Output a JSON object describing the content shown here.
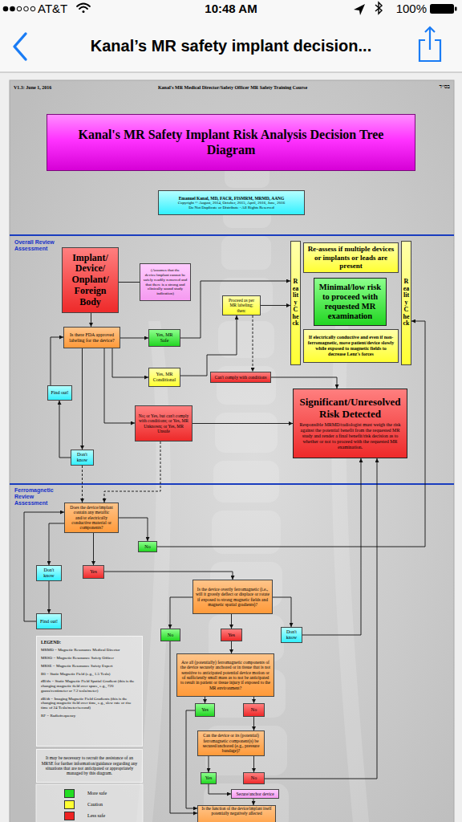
{
  "diagram": {
    "title": "Kanal's MR Safety Implant Risk Analysis Decision Tree Diagram",
    "nodes": [
      {
        "text": [
          "Emanuel Kanal, MD, FACR, FISMRM, MRMD, AANG",
          "Copyright © August, 2014, October, 2015, April, 2016, June, 2016",
          "Do Not Duplicate or Distribute - All Rights Reserved"
        ]
      },
      {
        "text": [
          "Implant/ Device/ Onplant/ Foreign Body"
        ]
      },
      {
        "text": [
          "(Assumes that the device/implant cannot be safely readily removed and that there is a strong and clinically sound study indication)"
        ]
      },
      {
        "text": [
          "Is there FDA approved labeling for the device?"
        ]
      },
      {
        "text": [
          "Yes, MR Safe"
        ]
      },
      {
        "text": [
          "Proceed as per MR labeling; then:"
        ]
      },
      {
        "text": [
          "Yes, MR Conditional"
        ]
      },
      {
        "text": [
          "Reality Check"
        ]
      },
      {
        "text": [
          "Re-assess if multiple devices or implants or leads are present"
        ]
      },
      {
        "text": [
          "Minimal/low risk to proceed with requested MR examination"
        ]
      },
      {
        "text": [
          "If electrically conductive and even if non-ferromagnetic, move patient/device slowly while exposed to magnetic fields to decrease Lenz's forces"
        ]
      },
      {
        "text": [
          "Reality Check"
        ]
      },
      {
        "text": [
          "Can't comply with conditions"
        ]
      },
      {
        "text": [
          "Find out!"
        ]
      },
      {
        "text": [
          "No; or Yes, but can't comply with conditions; or Yes, MR Unknown; or Yes, MR Unsafe"
        ]
      },
      {
        "text": [
          "Significant/Unresolved Risk Detected",
          "Responsible MRMD/radiologist must weigh the risk against the potential benefit from the requested MR study and render a final benefit/risk decision as to whether or not to proceed with the requested MR examination."
        ]
      },
      {
        "text": [
          "Don't know"
        ]
      },
      {
        "text": [
          "Does the device/implant contain any metallic and/or electrically conductive material or components?"
        ]
      },
      {
        "text": [
          "No"
        ]
      },
      {
        "text": [
          "Don't know"
        ]
      },
      {
        "text": [
          "Yes"
        ]
      },
      {
        "text": [
          "Is the device overtly ferromagnetic (i.e., will it grossly deflect or displace or rotate if exposed to strong magnetic fields and magnetic spatial gradients)?"
        ]
      },
      {
        "text": [
          "Find out!"
        ]
      },
      {
        "text": [
          "LEGEND:",
          "MRMD = Magnetic Resonance Medical Director",
          "MRSO = Magnetic Resonance Safety Officer",
          "MRSE = Magnetic Resonance Safety Expert",
          "B0 = Static Magnetic Field (e.g., 1.5 Tesla)",
          "dB/dx = Static Magnetic Field Spatial Gradient (this is the changing magnetic field over space, e.g., 720 gauss/centimeter or 7.2 tesla/meter)",
          "dB/dt = Imaging Magnetic Field Gradients (this is the changing magnetic field over time, e.g., slew rate or rise time of 24 Tesla/meter/second)",
          "RF = Radiofrequency"
        ]
      },
      {
        "text": [
          "No"
        ]
      },
      {
        "text": [
          "Yes"
        ]
      },
      {
        "text": [
          "Don't know"
        ]
      },
      {
        "text": [
          "Are all (potentially) ferromagnetic components of the device securely anchored or in tissue that is not sensitive to anticipated potential device motion or of sufficiently small mass as to not be anticipated to result in patient or tissue injury if exposed to the MR environment?"
        ]
      },
      {
        "text": [
          "Yes"
        ]
      },
      {
        "text": [
          "No"
        ]
      },
      {
        "text": [
          "Can the device or its (potential) ferromagnetic component(s) be secured/anchored (e.g., pressure bandage)?"
        ]
      },
      {
        "text": [
          "It may be necessary to recruit the assistance of an MRSE for further information/guidance regarding any situations that are not anticipated or appropriately managed by this diagram."
        ]
      },
      {
        "text": [
          "Yes"
        ]
      },
      {
        "text": [
          "No"
        ]
      },
      {
        "text": [
          "Secure/anchor device"
        ]
      },
      {
        "text": [
          "Is the function of the device/implant itself potentially negatively affected"
        ]
      }
    ],
    "edges": [
      {
        "from": 1,
        "to": 2,
        "arrow": "none"
      },
      {
        "from": 1,
        "to": 3,
        "arrow": "to"
      },
      {
        "from": 3,
        "to": 4,
        "arrow": "to"
      },
      {
        "from": 4,
        "to": 7,
        "arrow": "to"
      },
      {
        "from": 3,
        "to": 6,
        "arrow": "to"
      },
      {
        "from": 6,
        "to": 5,
        "arrow": "to"
      },
      {
        "from": 5,
        "to": 7,
        "arrow": "to"
      },
      {
        "from": 5,
        "to": 12,
        "arrow": "to"
      },
      {
        "from": 12,
        "to": 15,
        "arrow": "to"
      },
      {
        "from": 3,
        "to": 14,
        "arrow": "to"
      },
      {
        "from": 14,
        "to": 15,
        "arrow": "to"
      },
      {
        "from": 3,
        "to": 16,
        "arrow": "to"
      },
      {
        "from": 16,
        "to": 13,
        "arrow": "to"
      },
      {
        "from": 13,
        "to": 3,
        "arrow": "to"
      },
      {
        "from": 14,
        "to": 17,
        "arrow": "to"
      },
      {
        "from": 16,
        "to": 17,
        "arrow": "to"
      },
      {
        "from": 17,
        "to": 18,
        "arrow": "to"
      },
      {
        "from": 18,
        "to": 11,
        "arrow": "to"
      },
      {
        "from": 17,
        "to": 19,
        "arrow": "to"
      },
      {
        "from": 17,
        "to": 20,
        "arrow": "to"
      },
      {
        "from": 19,
        "to": 22,
        "arrow": "to"
      },
      {
        "from": 22,
        "to": 17,
        "arrow": "to"
      },
      {
        "from": 20,
        "to": 21,
        "arrow": "to"
      },
      {
        "from": 21,
        "to": 24,
        "arrow": "to"
      },
      {
        "from": 21,
        "to": 25,
        "arrow": "to"
      },
      {
        "from": 21,
        "to": 26,
        "arrow": "to"
      },
      {
        "from": 25,
        "to": 27,
        "arrow": "to"
      },
      {
        "from": 24,
        "to": 35,
        "arrow": "to"
      },
      {
        "from": 26,
        "to": 15,
        "arrow": "to"
      },
      {
        "from": 27,
        "to": 28,
        "arrow": "to"
      },
      {
        "from": 27,
        "to": 29,
        "arrow": "to"
      },
      {
        "from": 28,
        "to": 35,
        "arrow": "to"
      },
      {
        "from": 29,
        "to": 30,
        "arrow": "to"
      },
      {
        "from": 30,
        "to": 32,
        "arrow": "to"
      },
      {
        "from": 30,
        "to": 33,
        "arrow": "to"
      },
      {
        "from": 32,
        "to": 34,
        "arrow": "to"
      },
      {
        "from": 34,
        "to": 35,
        "arrow": "to"
      },
      {
        "from": 33,
        "to": 15,
        "arrow": "to"
      }
    ],
    "labels": [
      "AT&T",
      "10:48 AM",
      "100%",
      "Kanal’s MR safety implant decision...",
      "V1.3: June 1, 2016",
      "Kanal's MR Medical Director/Safety Officer MR Safety Training Course",
      "בס״ד",
      "Overall Review Assessment",
      "Ferromagnetic Review Assessment"
    ],
    "legend": [
      {
        "text": "More safe",
        "color": "#22dd22"
      },
      {
        "text": "Caution",
        "color": "#ffff33"
      },
      {
        "text": "Less safe",
        "color": "#ee2222"
      }
    ]
  }
}
